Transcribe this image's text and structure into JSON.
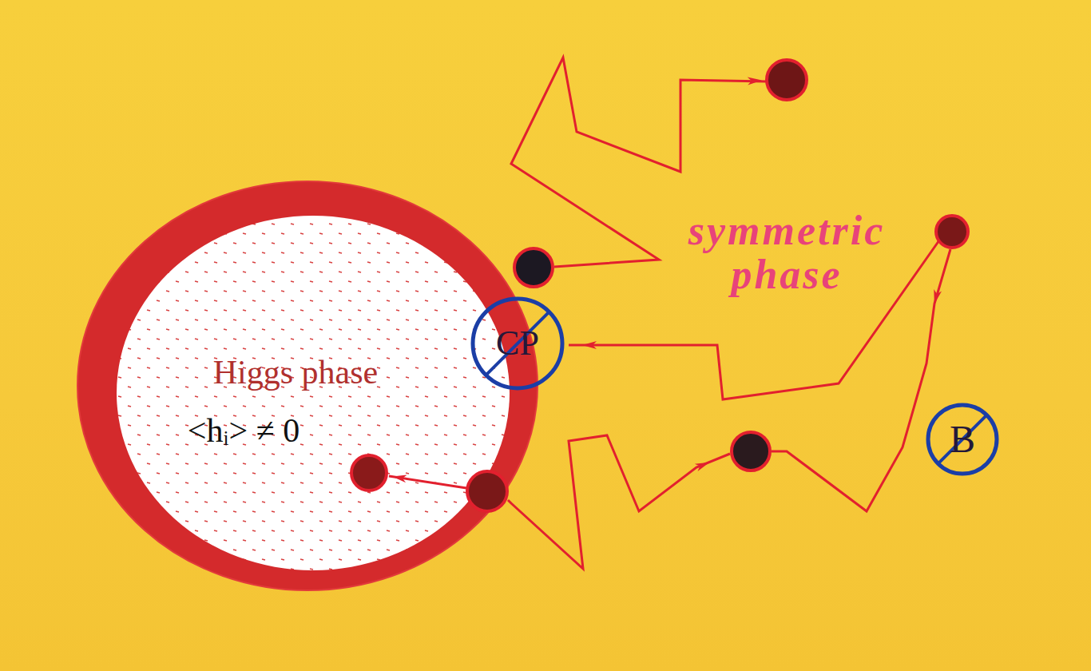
{
  "diagram": {
    "nodes": [
      {
        "text": [
          "Higgs phase",
          "<hᵢ> ≠ 0"
        ]
      },
      {
        "text": [
          "CP"
        ]
      },
      {
        "text": [
          "B"
        ]
      }
    ],
    "labels": [
      "symmetric phase"
    ]
  }
}
